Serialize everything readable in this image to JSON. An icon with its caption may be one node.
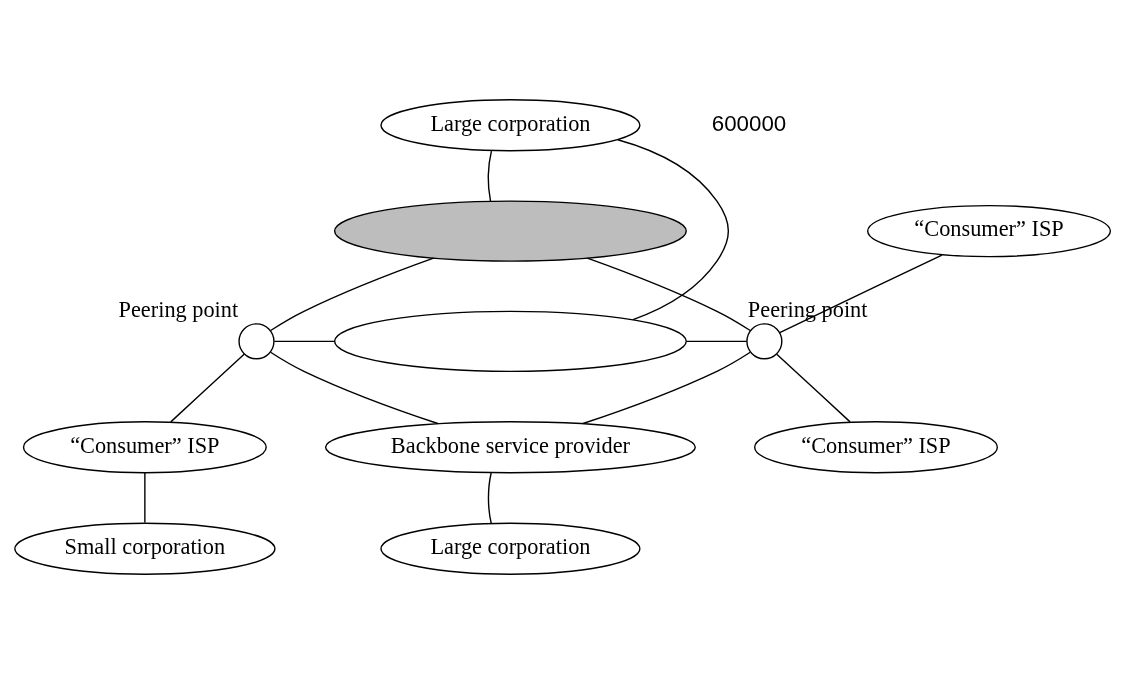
{
  "diagram": {
    "nodes": [
      {
        "text": [
          "Large corporation"
        ]
      },
      {
        "text": [
          "“Consumer” ISP"
        ]
      },
      {
        "text": [],
        "shape": "circle",
        "beside": [
          "Peering point"
        ]
      },
      {
        "text": [],
        "shape": "ellipse"
      },
      {
        "text": [],
        "shape": "ellipse"
      },
      {
        "text": [
          "Backbone service provider"
        ]
      },
      {
        "text": [],
        "shape": "circle",
        "beside": [
          "Peering point"
        ]
      },
      {
        "text": [
          "“Consumer” ISP"
        ]
      },
      {
        "text": [
          "Large corporation"
        ]
      },
      {
        "text": [
          "“Consumer” ISP"
        ]
      },
      {
        "text": [
          "Small corporation"
        ]
      }
    ],
    "edges": [
      {
        "from": 0,
        "to": 3,
        "arrow": "none"
      },
      {
        "from": 0,
        "to": 4,
        "arrow": "none"
      },
      {
        "from": 2,
        "to": 3,
        "arrow": "none"
      },
      {
        "from": 2,
        "to": 4,
        "arrow": "none"
      },
      {
        "from": 2,
        "to": 5,
        "arrow": "none"
      },
      {
        "from": 2,
        "to": 7,
        "arrow": "none"
      },
      {
        "from": 7,
        "to": 10,
        "arrow": "none"
      },
      {
        "from": 5,
        "to": 8,
        "arrow": "none"
      },
      {
        "from": 3,
        "to": 6,
        "arrow": "none"
      },
      {
        "from": 4,
        "to": 6,
        "arrow": "none"
      },
      {
        "from": 5,
        "to": 6,
        "arrow": "none"
      },
      {
        "from": 1,
        "to": 6,
        "arrow": "none"
      },
      {
        "from": 6,
        "to": 9,
        "arrow": "none"
      }
    ],
    "labels": [
      "600000"
    ]
  }
}
